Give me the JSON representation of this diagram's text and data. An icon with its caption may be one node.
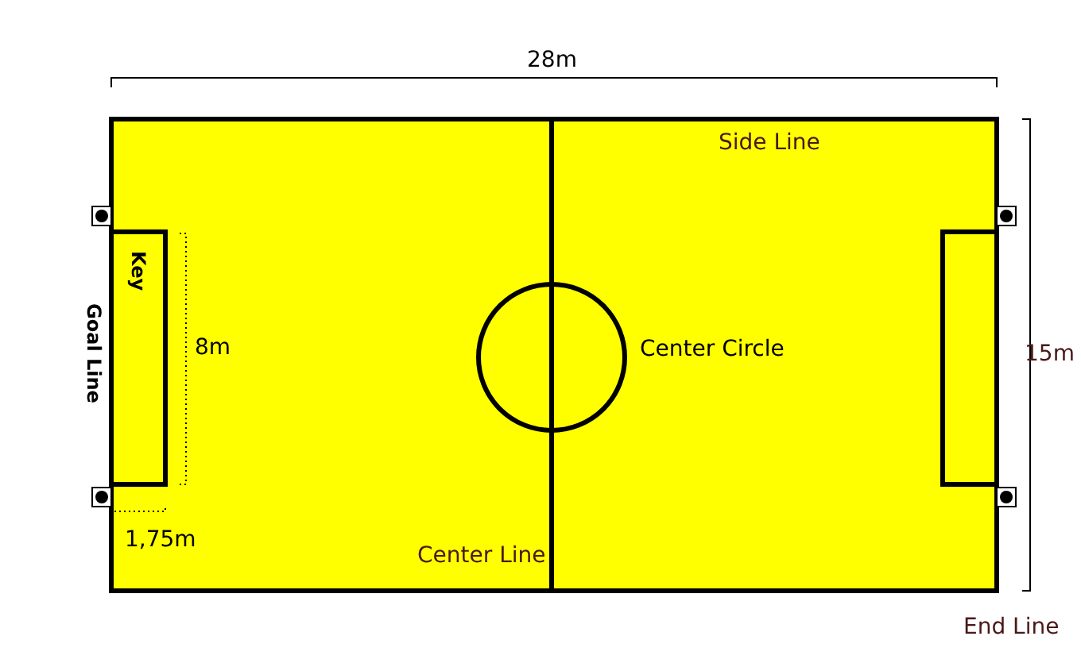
{
  "diagram": {
    "labels": [
      "28m",
      "Side Line",
      "Key",
      "Goal Line",
      "8m",
      "Center Circle",
      "15m",
      "1,75m",
      "Center Line",
      "End Line"
    ]
  }
}
